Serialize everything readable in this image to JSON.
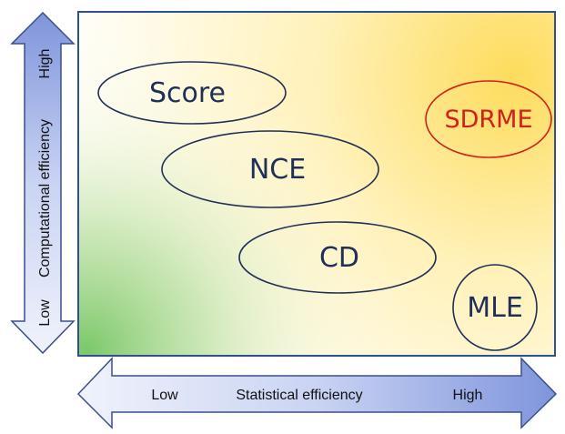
{
  "diagram": {
    "methods": [
      {
        "id": "score",
        "label": "Score",
        "highlight": false
      },
      {
        "id": "nce",
        "label": "NCE",
        "highlight": false
      },
      {
        "id": "cd",
        "label": "CD",
        "highlight": false
      },
      {
        "id": "mle",
        "label": "MLE",
        "highlight": false
      },
      {
        "id": "sdrme",
        "label": "SDRME",
        "highlight": true
      }
    ],
    "x_axis": {
      "label": "Statistical efficiency",
      "low": "Low",
      "high": "High"
    },
    "y_axis": {
      "label": "Computational efficiency",
      "low": "Low",
      "high": "High"
    },
    "colors": {
      "ellipse_stroke": "#1f2f57",
      "highlight_stroke": "#d0201b",
      "highlight_text": "#d0201b",
      "panel_border": "#2f4f8f",
      "gradient_green": "#7cc86a",
      "gradient_yellow": "#fddc5c",
      "arrow_fill_light": "#eef1fb",
      "arrow_fill_dark": "#7f94dc"
    }
  }
}
